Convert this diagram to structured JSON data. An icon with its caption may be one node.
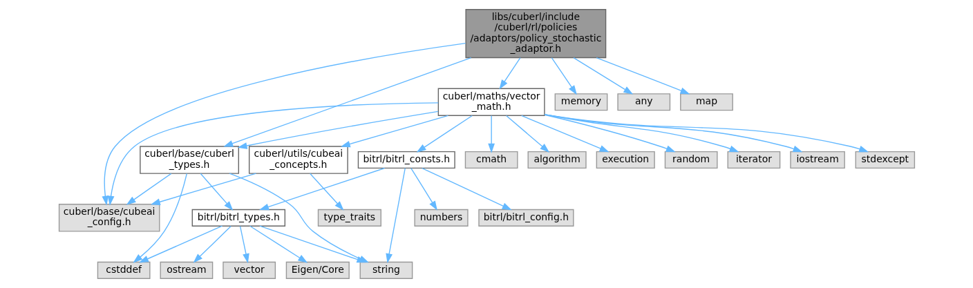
{
  "diagram": {
    "nodes": [
      {
        "text": [
          "libs/cuberl/include /cuberl/rl/policies /adaptors/policy_stochastic _adaptor.h"
        ]
      },
      {
        "text": [
          "cuberl/base/cubeai _config.h"
        ]
      },
      {
        "text": [
          "cuberl/base/cuberl _types.h"
        ]
      },
      {
        "text": [
          "cuberl/maths/vector _math.h"
        ]
      },
      {
        "text": [
          "memory"
        ]
      },
      {
        "text": [
          "any"
        ]
      },
      {
        "text": [
          "map"
        ]
      },
      {
        "text": [
          "cmath"
        ]
      },
      {
        "text": [
          "algorithm"
        ]
      },
      {
        "text": [
          "execution"
        ]
      },
      {
        "text": [
          "random"
        ]
      },
      {
        "text": [
          "iterator"
        ]
      },
      {
        "text": [
          "iostream"
        ]
      },
      {
        "text": [
          "stdexcept"
        ]
      },
      {
        "text": [
          "cuberl/utils/cubeai _concepts.h"
        ]
      },
      {
        "text": [
          "bitrl/bitrl_consts.h"
        ]
      },
      {
        "text": [
          "bitrl/bitrl_types.h"
        ]
      },
      {
        "text": [
          "type_traits"
        ]
      },
      {
        "text": [
          "numbers"
        ]
      },
      {
        "text": [
          "bitrl/bitrl_config.h"
        ]
      },
      {
        "text": [
          "cstddef"
        ]
      },
      {
        "text": [
          "ostream"
        ]
      },
      {
        "text": [
          "vector"
        ]
      },
      {
        "text": [
          "Eigen/Core"
        ]
      },
      {
        "text": [
          "string"
        ]
      }
    ],
    "edges": [
      {
        "from": 0,
        "to": 1,
        "arrow": "to"
      },
      {
        "from": 0,
        "to": 2,
        "arrow": "to"
      },
      {
        "from": 0,
        "to": 3,
        "arrow": "to"
      },
      {
        "from": 0,
        "to": 4,
        "arrow": "to"
      },
      {
        "from": 0,
        "to": 5,
        "arrow": "to"
      },
      {
        "from": 0,
        "to": 6,
        "arrow": "to"
      },
      {
        "from": 3,
        "to": 1,
        "arrow": "to"
      },
      {
        "from": 3,
        "to": 2,
        "arrow": "to"
      },
      {
        "from": 3,
        "to": 7,
        "arrow": "to"
      },
      {
        "from": 3,
        "to": 8,
        "arrow": "to"
      },
      {
        "from": 3,
        "to": 9,
        "arrow": "to"
      },
      {
        "from": 3,
        "to": 10,
        "arrow": "to"
      },
      {
        "from": 3,
        "to": 11,
        "arrow": "to"
      },
      {
        "from": 3,
        "to": 12,
        "arrow": "to"
      },
      {
        "from": 3,
        "to": 13,
        "arrow": "to"
      },
      {
        "from": 3,
        "to": 14,
        "arrow": "to"
      },
      {
        "from": 3,
        "to": 15,
        "arrow": "to"
      },
      {
        "from": 2,
        "to": 1,
        "arrow": "to"
      },
      {
        "from": 2,
        "to": 20,
        "arrow": "to"
      },
      {
        "from": 2,
        "to": 16,
        "arrow": "to"
      },
      {
        "from": 2,
        "to": 24,
        "arrow": "to"
      },
      {
        "from": 14,
        "to": 1,
        "arrow": "to"
      },
      {
        "from": 14,
        "to": 17,
        "arrow": "to"
      },
      {
        "from": 15,
        "to": 16,
        "arrow": "to"
      },
      {
        "from": 15,
        "to": 18,
        "arrow": "to"
      },
      {
        "from": 15,
        "to": 19,
        "arrow": "to"
      },
      {
        "from": 15,
        "to": 24,
        "arrow": "to"
      },
      {
        "from": 16,
        "to": 20,
        "arrow": "to"
      },
      {
        "from": 16,
        "to": 21,
        "arrow": "to"
      },
      {
        "from": 16,
        "to": 22,
        "arrow": "to"
      },
      {
        "from": 16,
        "to": 23,
        "arrow": "to"
      },
      {
        "from": 16,
        "to": 24,
        "arrow": "to"
      }
    ]
  }
}
